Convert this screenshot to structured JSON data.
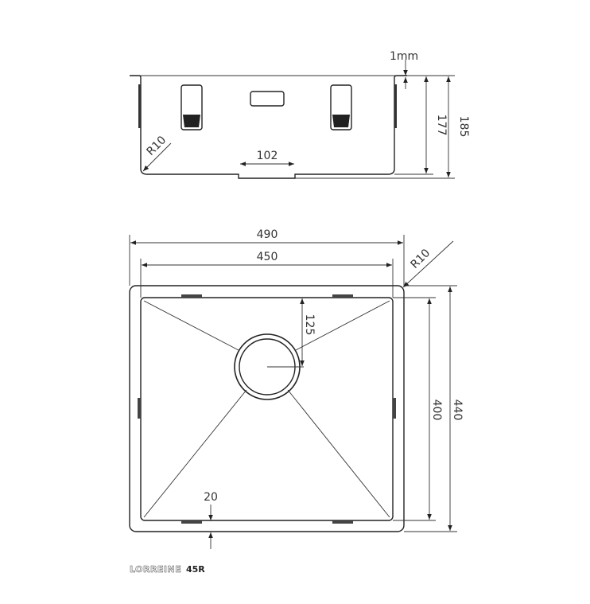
{
  "product": {
    "name": "LORREINE",
    "model": "45R"
  },
  "side_view": {
    "flange_label": "1mm",
    "height_inner_label": "177",
    "height_outer_label": "185",
    "radius_label": "R10",
    "drain_width_label": "102"
  },
  "top_view": {
    "outer_width_label": "490",
    "inner_width_label": "450",
    "radius_label": "R10",
    "drain_offset_label": "125",
    "inner_depth_label": "400",
    "outer_depth_label": "440",
    "rim_label": "20"
  }
}
